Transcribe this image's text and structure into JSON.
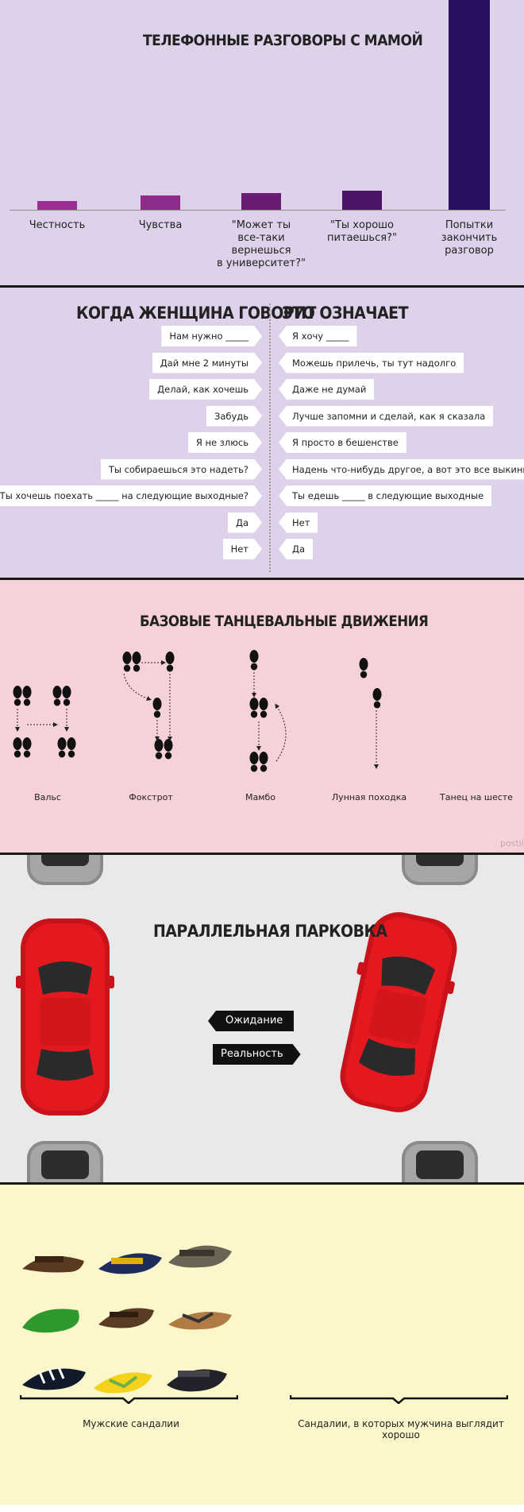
{
  "phone_chart": {
    "title": "Телефонные разговоры с мамой",
    "chart_data": {
      "type": "bar",
      "title": "Телефонные разговоры с мамой",
      "categories": [
        "Честность",
        "Чувства",
        "\"Может ты все-таки вернешься в университет?\"",
        "\"Ты хорошо питаешься?\"",
        "Попытки закончить разговор"
      ],
      "label_lines": [
        [
          "Честность"
        ],
        [
          "Чувства"
        ],
        [
          "\"Может ты",
          "все-таки вернешься",
          "в университет?\""
        ],
        [
          "\"Ты хорошо",
          "питаешься?\""
        ],
        [
          "Попытки",
          "закончить разговор"
        ]
      ],
      "values": [
        4,
        7,
        8,
        9,
        100
      ],
      "colors": [
        "#9a2e93",
        "#8e2c8c",
        "#6a1b72",
        "#4c1466",
        "#2a0f63"
      ],
      "ylim": [
        0,
        100
      ],
      "grid": false
    }
  },
  "woman_says": {
    "left_header": "Когда женщина говорит",
    "right_header": "Это означает",
    "rows": [
      {
        "says": "Нам нужно _____",
        "means": "Я хочу _____"
      },
      {
        "says": "Дай мне 2 минуты",
        "means": "Можешь прилечь, ты тут надолго"
      },
      {
        "says": "Делай, как хочешь",
        "means": "Даже не думай"
      },
      {
        "says": "Забудь",
        "means": "Лучше запомни и сделай, как я сказала"
      },
      {
        "says": "Я не злюсь",
        "means": "Я просто в бешенстве"
      },
      {
        "says": "Ты собираешься это надеть?",
        "means": "Надень что-нибудь другое, а вот это все выкинь"
      },
      {
        "says": "Ты хочешь поехать _____ на следующие выходные?",
        "means": "Ты едешь _____ в следующие выходные"
      },
      {
        "says": "Да",
        "means": "Нет"
      },
      {
        "says": "Нет",
        "means": "Да"
      }
    ]
  },
  "dance": {
    "title": "Базовые танцевальные движения",
    "labels": [
      "Вальс",
      "Фокстрот",
      "Мамбо",
      "Лунная походка",
      "Танец на шесте"
    ]
  },
  "parking": {
    "title": "Параллельная парковка",
    "expectation_label": "Ожидание",
    "reality_label": "Реальность",
    "car_color": "#e3191f"
  },
  "sandals": {
    "left_label": "Мужские сандалии",
    "right_label": "Сандалии, в которых мужчина выглядит хорошо"
  },
  "watermark": "postila.ru"
}
